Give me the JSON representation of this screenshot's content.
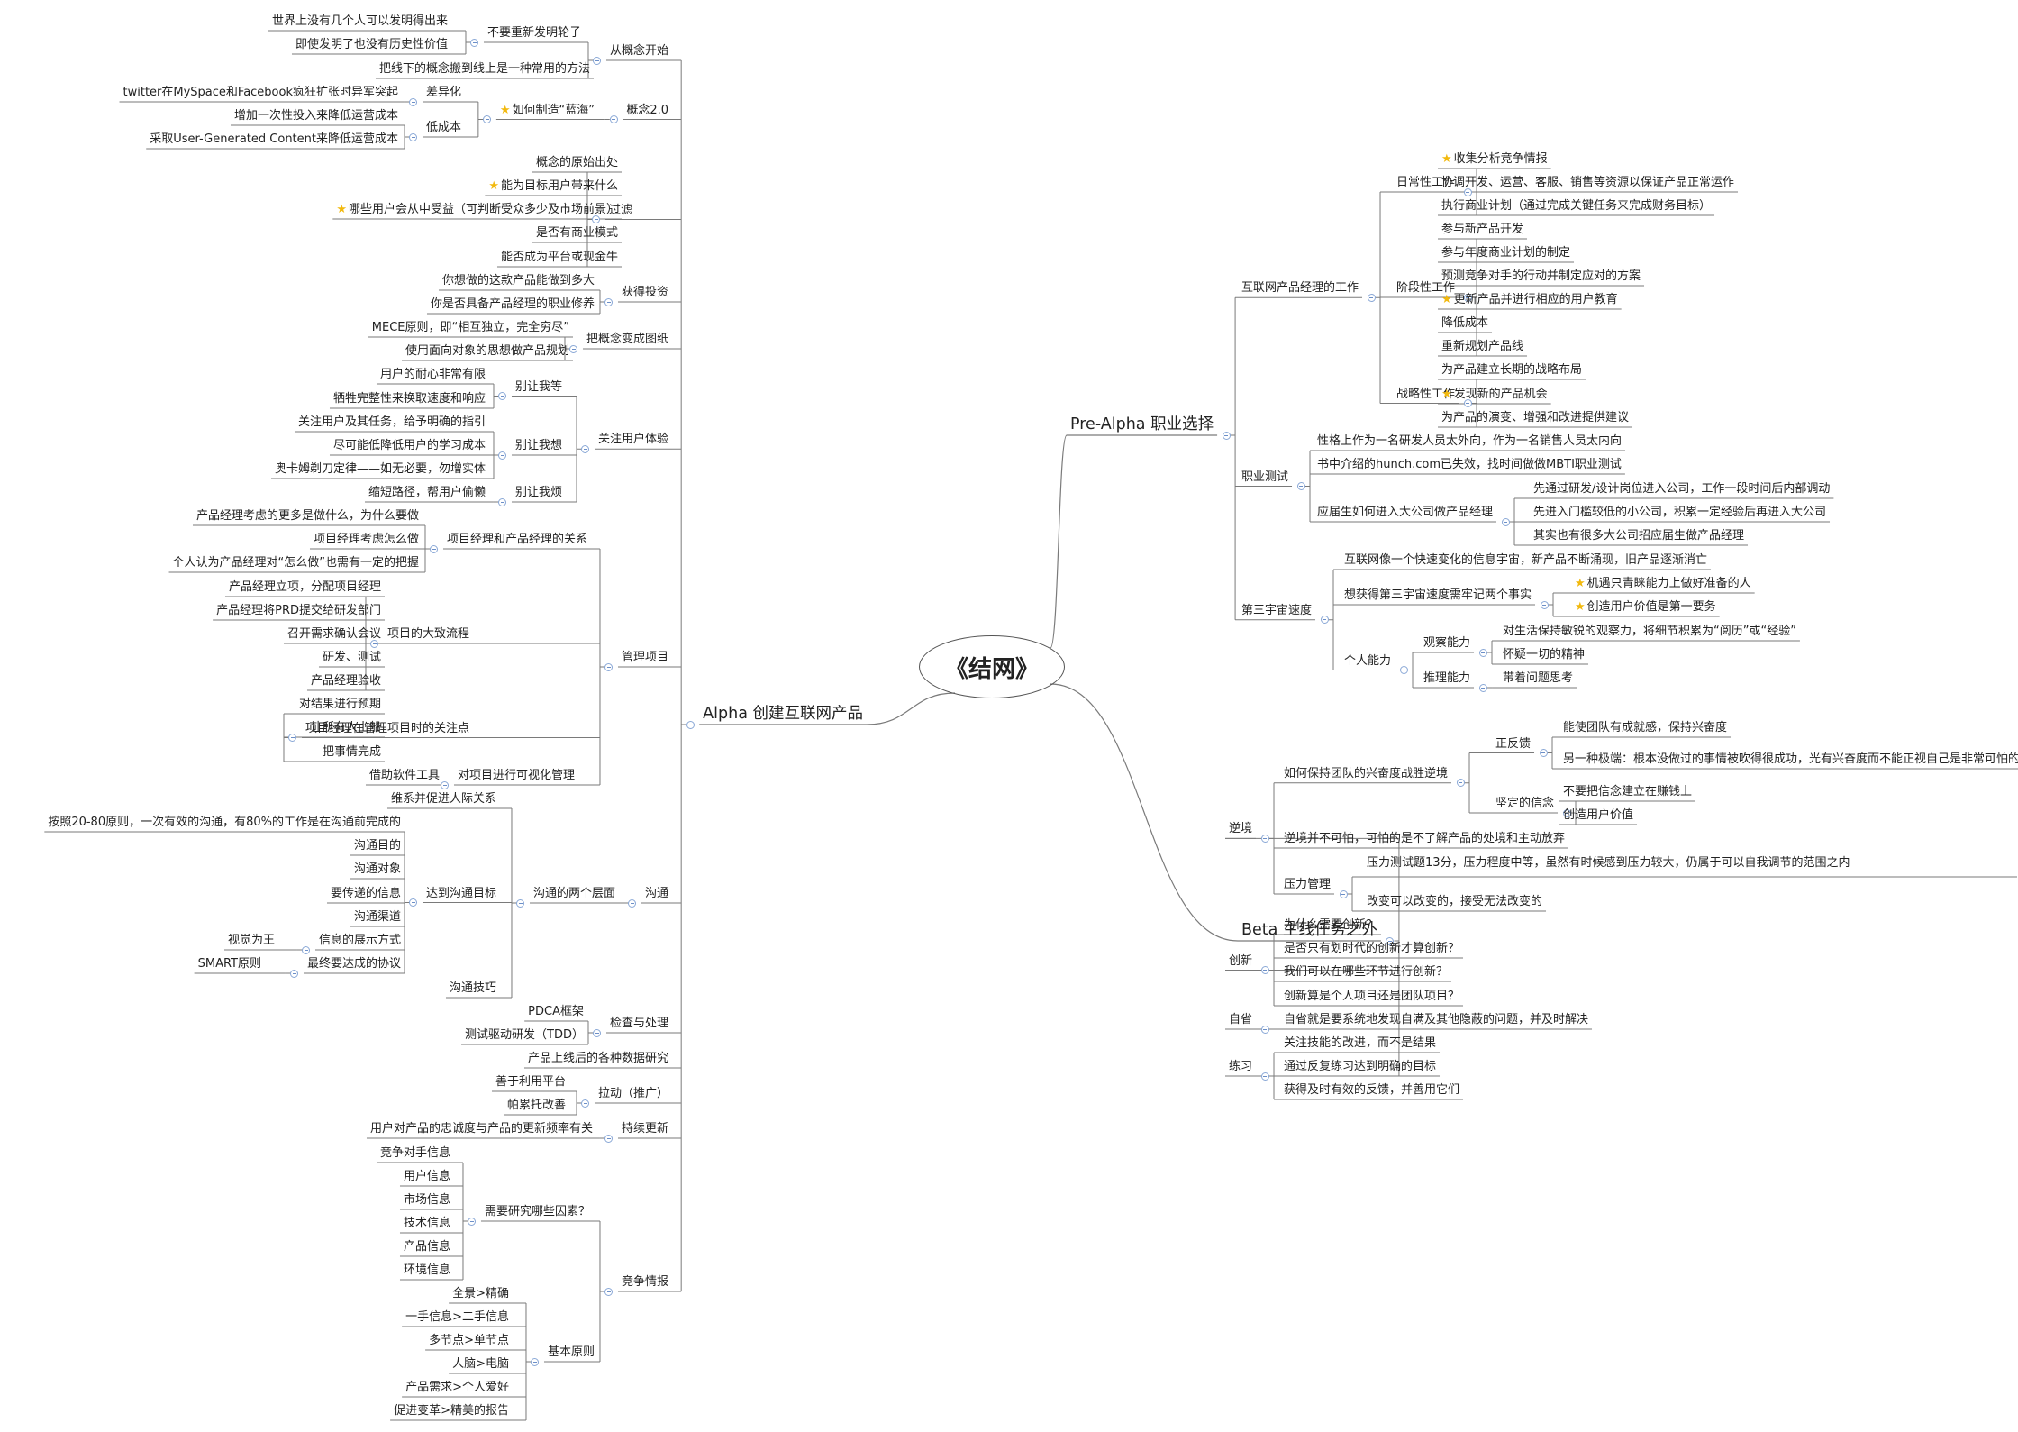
{
  "root": "《结网》",
  "left": [
    {
      "label": "Alpha 创建互联网产品",
      "children": [
        {
          "label": "从概念开始",
          "children": [
            {
              "label": "不要重新发明轮子",
              "children": [
                {
                  "label": "世界上没有几个人可以发明得出来"
                },
                {
                  "label": "即使发明了也没有历史性价值"
                }
              ]
            },
            {
              "label": "把线下的概念搬到线上是一种常用的方法"
            }
          ]
        },
        {
          "label": "概念2.0",
          "children": [
            {
              "label": "如何制造“蓝海”",
              "star": true,
              "children": [
                {
                  "label": "差异化",
                  "children": [
                    {
                      "label": "twitter在MySpace和Facebook疯狂扩张时异军突起"
                    }
                  ]
                },
                {
                  "label": "低成本",
                  "children": [
                    {
                      "label": "增加一次性投入来降低运营成本"
                    },
                    {
                      "label": "采取User-Generated Content来降低运营成本"
                    }
                  ]
                }
              ]
            }
          ]
        },
        {
          "label": "过滤",
          "children": [
            {
              "label": "概念的原始出处"
            },
            {
              "label": "能为目标用户带来什么",
              "star": true
            },
            {
              "label": "哪些用户会从中受益（可判断受众多少及市场前景）",
              "star": true
            },
            {
              "label": "是否有商业模式"
            },
            {
              "label": "能否成为平台或现金牛"
            }
          ]
        },
        {
          "label": "获得投资",
          "children": [
            {
              "label": "你想做的这款产品能做到多大"
            },
            {
              "label": "你是否具备产品经理的职业修养"
            }
          ]
        },
        {
          "label": "把概念变成图纸",
          "children": [
            {
              "label": "MECE原则，即“相互独立，完全穷尽”"
            },
            {
              "label": "使用面向对象的思想做产品规划"
            }
          ]
        },
        {
          "label": "关注用户体验",
          "children": [
            {
              "label": "别让我等",
              "children": [
                {
                  "label": "用户的耐心非常有限"
                },
                {
                  "label": "牺牲完整性来换取速度和响应"
                }
              ]
            },
            {
              "label": "别让我想",
              "children": [
                {
                  "label": "关注用户及其任务，给予明确的指引"
                },
                {
                  "label": "尽可能低降低用户的学习成本"
                },
                {
                  "label": "奥卡姆剃刀定律——如无必要，勿增实体"
                }
              ]
            },
            {
              "label": "别让我烦",
              "children": [
                {
                  "label": "缩短路径，帮用户偷懒"
                }
              ]
            }
          ]
        },
        {
          "label": "管理项目",
          "children": [
            {
              "label": "项目经理和产品经理的关系",
              "children": [
                {
                  "label": "产品经理考虑的更多是做什么，为什么要做"
                },
                {
                  "label": "项目经理考虑怎么做"
                },
                {
                  "label": "个人认为产品经理对“怎么做”也需有一定的把握"
                }
              ]
            },
            {
              "label": "项目的大致流程",
              "children": [
                {
                  "label": "产品经理立项，分配项目经理"
                },
                {
                  "label": "产品经理将PRD提交给研发部门"
                },
                {
                  "label": "召开需求确认会议"
                },
                {
                  "label": "研发、测试"
                },
                {
                  "label": "产品经理验收"
                }
              ]
            },
            {
              "label": "项目经理在管理项目时的关注点",
              "children": [
                {
                  "label": "对结果进行预期"
                },
                {
                  "label": "让所有人上船"
                },
                {
                  "label": "把事情完成"
                }
              ]
            },
            {
              "label": "对项目进行可视化管理",
              "children": [
                {
                  "label": "借助软件工具"
                }
              ]
            }
          ]
        },
        {
          "label": "沟通",
          "children": [
            {
              "label": "沟通的两个层面",
              "children": [
                {
                  "label": "维系并促进人际关系"
                },
                {
                  "label": "达到沟通目标",
                  "children": [
                    {
                      "label": "按照20-80原则，一次有效的沟通，有80%的工作是在沟通前完成的"
                    },
                    {
                      "label": "沟通目的"
                    },
                    {
                      "label": "沟通对象"
                    },
                    {
                      "label": "要传递的信息"
                    },
                    {
                      "label": "沟通渠道"
                    },
                    {
                      "label": "信息的展示方式",
                      "children": [
                        {
                          "label": "视觉为王"
                        }
                      ]
                    },
                    {
                      "label": "最终要达成的协议",
                      "children": [
                        {
                          "label": "SMART原则"
                        }
                      ]
                    }
                  ]
                },
                {
                  "label": "沟通技巧"
                }
              ]
            }
          ]
        },
        {
          "label": "检查与处理",
          "children": [
            {
              "label": "PDCA框架"
            },
            {
              "label": "测试驱动研发（TDD）"
            }
          ]
        },
        {
          "label": "产品上线后的各种数据研究"
        },
        {
          "label": "拉动（推广）",
          "children": [
            {
              "label": "善于利用平台"
            },
            {
              "label": "帕累托改善"
            }
          ]
        },
        {
          "label": "持续更新",
          "children": [
            {
              "label": "用户对产品的忠诚度与产品的更新频率有关"
            }
          ]
        },
        {
          "label": "竞争情报",
          "children": [
            {
              "label": "需要研究哪些因素？",
              "children": [
                {
                  "label": "竞争对手信息"
                },
                {
                  "label": "用户信息"
                },
                {
                  "label": "市场信息"
                },
                {
                  "label": "技术信息"
                },
                {
                  "label": "产品信息"
                },
                {
                  "label": "环境信息"
                }
              ]
            },
            {
              "label": "基本原则",
              "children": [
                {
                  "label": "全景>精确"
                },
                {
                  "label": "一手信息>二手信息"
                },
                {
                  "label": "多节点>单节点"
                },
                {
                  "label": "人脑>电脑"
                },
                {
                  "label": "产品需求>个人爱好"
                },
                {
                  "label": "促进变革>精美的报告"
                }
              ]
            }
          ]
        }
      ]
    }
  ],
  "right": [
    {
      "label": "Pre-Alpha 职业选择",
      "children": [
        {
          "label": "互联网产品经理的工作",
          "children": [
            {
              "label": "日常性工作",
              "children": [
                {
                  "label": "收集分析竞争情报",
                  "star": true
                },
                {
                  "label": "协调开发、运营、客服、销售等资源以保证产品正常运作"
                },
                {
                  "label": "执行商业计划（通过完成关键任务来完成财务目标）"
                }
              ]
            },
            {
              "label": "阶段性工作",
              "children": [
                {
                  "label": "参与新产品开发"
                },
                {
                  "label": "参与年度商业计划的制定"
                },
                {
                  "label": "预测竞争对手的行动并制定应对的方案"
                },
                {
                  "label": "更新产品并进行相应的用户教育",
                  "star": true
                },
                {
                  "label": "降低成本"
                },
                {
                  "label": "重新规划产品线"
                }
              ]
            },
            {
              "label": "战略性工作",
              "children": [
                {
                  "label": "为产品建立长期的战略布局"
                },
                {
                  "label": "发现新的产品机会",
                  "star": true
                },
                {
                  "label": "为产品的演变、增强和改进提供建议"
                }
              ]
            }
          ]
        },
        {
          "label": "职业测试",
          "children": [
            {
              "label": "性格上作为一名研发人员太外向，作为一名销售人员太内向"
            },
            {
              "label": "书中介绍的hunch.com已失效，找时间做做MBTI职业测试"
            },
            {
              "label": "应届生如何进入大公司做产品经理",
              "children": [
                {
                  "label": "先通过研发/设计岗位进入公司，工作一段时间后内部调动"
                },
                {
                  "label": "先进入门槛较低的小公司，积累一定经验后再进入大公司"
                },
                {
                  "label": "其实也有很多大公司招应届生做产品经理"
                }
              ]
            }
          ]
        },
        {
          "label": "第三宇宙速度",
          "children": [
            {
              "label": "互联网像一个快速变化的信息宇宙，新产品不断涌现，旧产品逐渐消亡"
            },
            {
              "label": "想获得第三宇宙速度需牢记两个事实",
              "children": [
                {
                  "label": "机遇只青睐能力上做好准备的人",
                  "star": true
                },
                {
                  "label": "创造用户价值是第一要务",
                  "star": true
                }
              ]
            },
            {
              "label": "个人能力",
              "children": [
                {
                  "label": "观察能力",
                  "children": [
                    {
                      "label": "对生活保持敏锐的观察力，将细节积累为“阅历”或“经验”"
                    },
                    {
                      "label": "怀疑一切的精神"
                    }
                  ]
                },
                {
                  "label": "推理能力",
                  "children": [
                    {
                      "label": "带着问题思考"
                    }
                  ]
                }
              ]
            }
          ]
        }
      ]
    },
    {
      "label": "Beta 主线任务之外",
      "children": [
        {
          "label": "逆境",
          "children": [
            {
              "label": "如何保持团队的兴奋度战胜逆境",
              "children": [
                {
                  "label": "正反馈",
                  "children": [
                    {
                      "label": "能使团队有成就感，保持兴奋度"
                    },
                    {
                      "label": "另一种极端：根本没做过的事情被吹得很成功，光有兴奋度而不能正视自己是非常可怕的"
                    }
                  ]
                },
                {
                  "label": "坚定的信念",
                  "children": [
                    {
                      "label": "不要把信念建立在赚钱上"
                    },
                    {
                      "label": "创造用户价值"
                    }
                  ]
                }
              ]
            },
            {
              "label": "逆境并不可怕，可怕的是不了解产品的处境和主动放弃"
            },
            {
              "label": "压力管理",
              "children": [
                {
                  "label": "压力测试题13分，压力程度中等，虽然有时候感到压力较大，仍属于可以自我调节的范围之内"
                },
                {
                  "label": "改变可以改变的，接受无法改变的"
                }
              ]
            }
          ]
        },
        {
          "label": "创新",
          "children": [
            {
              "label": "为什么需要创新？"
            },
            {
              "label": "是否只有划时代的创新才算创新？"
            },
            {
              "label": "我们可以在哪些环节进行创新？"
            },
            {
              "label": "创新算是个人项目还是团队项目？"
            }
          ]
        },
        {
          "label": "自省",
          "children": [
            {
              "label": "自省就是要系统地发现自满及其他隐蔽的问题，并及时解决"
            }
          ]
        },
        {
          "label": "练习",
          "children": [
            {
              "label": "关注技能的改进，而不是结果"
            },
            {
              "label": "通过反复练习达到明确的目标"
            },
            {
              "label": "获得及时有效的反馈，并善用它们"
            }
          ]
        }
      ]
    }
  ]
}
